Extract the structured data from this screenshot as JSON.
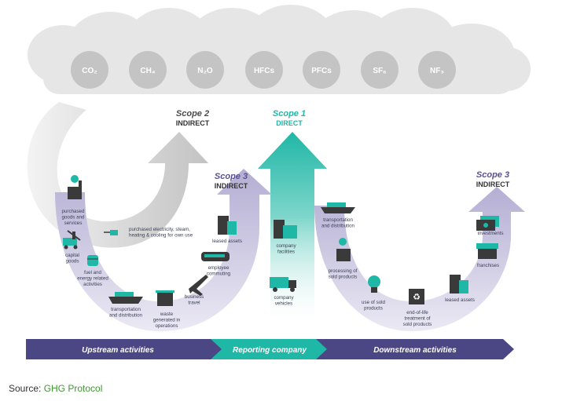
{
  "gases": [
    "CO₂",
    "CH₄",
    "N₂O",
    "HFCs",
    "PFCs",
    "SF₆",
    "NF₃"
  ],
  "scopes": {
    "scope2": {
      "name": "Scope 2",
      "type": "INDIRECT"
    },
    "scope1": {
      "name": "Scope 1",
      "type": "DIRECT"
    },
    "scope3_up": {
      "name": "Scope 3",
      "type": "INDIRECT"
    },
    "scope3_down": {
      "name": "Scope 3",
      "type": "INDIRECT"
    }
  },
  "upstream_items": {
    "purchased_goods": [
      "purchased",
      "goods and",
      "services"
    ],
    "capital_goods": [
      "capital",
      "goods"
    ],
    "fuel_energy": [
      "fuel and",
      "energy related",
      "activities"
    ],
    "transport_up": [
      "transportation",
      "and distribution"
    ],
    "waste": [
      "waste",
      "generated in",
      "operations"
    ],
    "business_travel": [
      "business",
      "travel"
    ],
    "commuting": [
      "employee",
      "commuting"
    ],
    "leased_up": [
      "leased assets"
    ],
    "electricity": [
      "purchased electricity, steam,",
      "heating & cooling for own use"
    ]
  },
  "company_items": {
    "facilities": [
      "company",
      "facilities"
    ],
    "vehicles": [
      "company",
      "vehicles"
    ]
  },
  "downstream_items": {
    "transport_down": [
      "transportation",
      "and distribution"
    ],
    "processing": [
      "processing of",
      "sold products"
    ],
    "use_sold": [
      "use of sold",
      "products"
    ],
    "end_of_life": [
      "end-of-life",
      "treatment of",
      "sold products"
    ],
    "leased_down": [
      "leased assets"
    ],
    "franchises": [
      "franchises"
    ],
    "investments": [
      "investments"
    ]
  },
  "bands": {
    "upstream": "Upstream activities",
    "reporting": "Reporting company",
    "downstream": "Downstream activities"
  },
  "source": {
    "prefix": "Source: ",
    "link": "GHG Protocol"
  },
  "colors": {
    "teal": "#1fb7a6",
    "purple": "#5b4f93",
    "band_dark": "#4a4784",
    "arc_purple": "#c9c5e0",
    "gray_arc": "#d4d4d4",
    "cloud": "#e4e4e4",
    "gas_circle": "#c7c7c7",
    "icon_dark": "#3a3a3a"
  }
}
